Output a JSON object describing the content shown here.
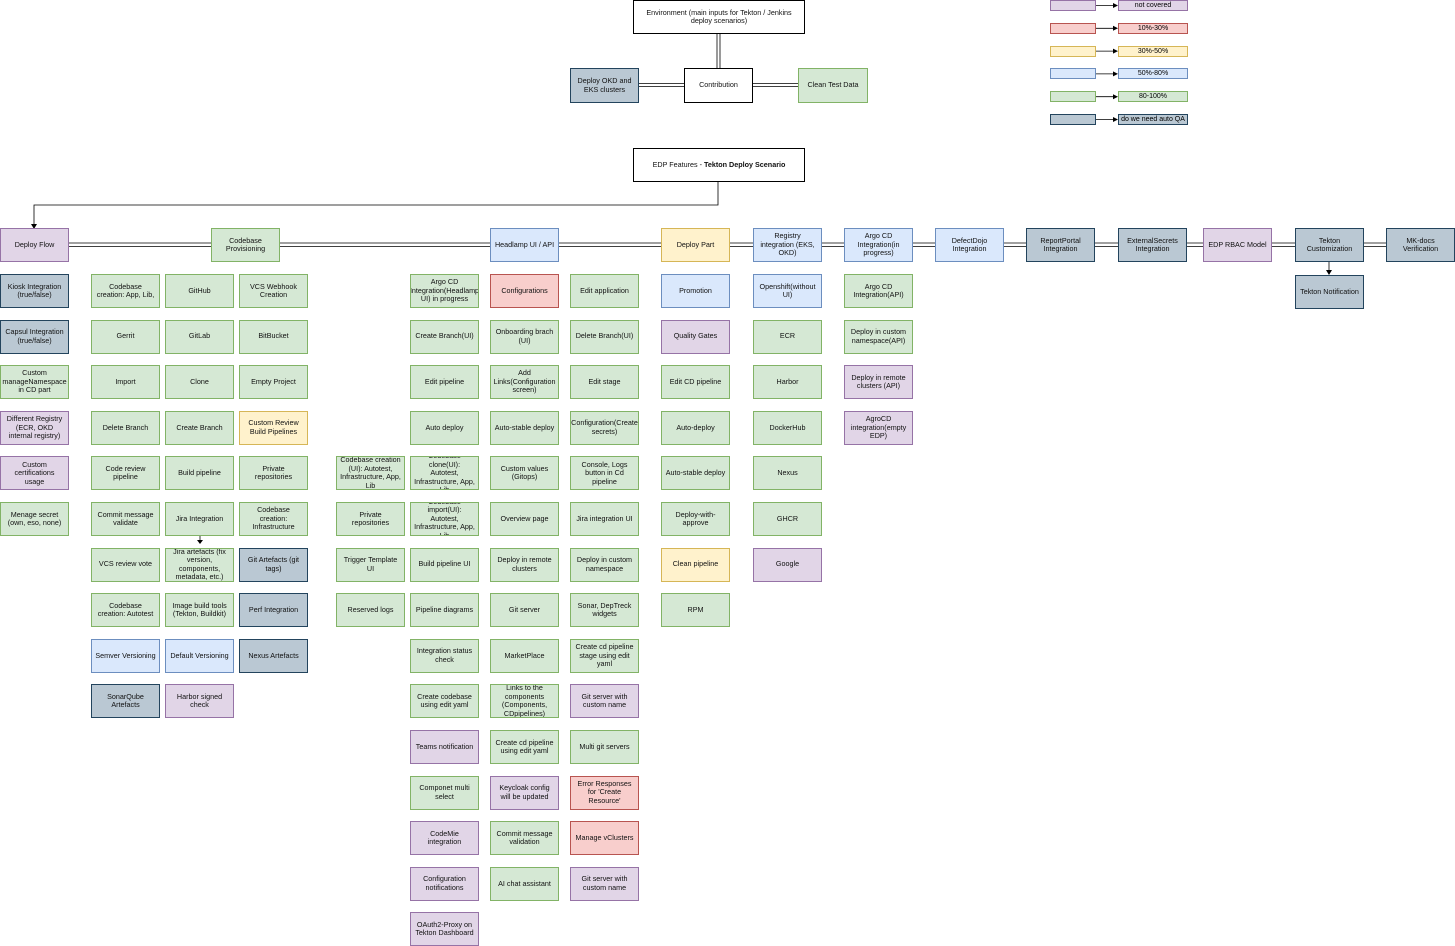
{
  "colors": {
    "not_covered": "#e1d5e7",
    "p10_30": "#f8cecc",
    "p30_50": "#fff2cc",
    "p50_80": "#dae8fc",
    "p80_100": "#d5e8d4",
    "auto_qa": "#bac8d3"
  },
  "legend": [
    {
      "label": "not covered",
      "color": "none"
    },
    {
      "label": "10%-30%",
      "color": "red"
    },
    {
      "label": "30%-50%",
      "color": "yellow"
    },
    {
      "label": "50%-80%",
      "color": "blue"
    },
    {
      "label": "80-100%",
      "color": "green"
    },
    {
      "label": "do we need auto QA",
      "color": "gray"
    }
  ],
  "top": {
    "environment": "Environment (main inputs for Tekton / Jenkins deploy scenarios)",
    "contribution": "Contribution",
    "deploy_clusters": "Deploy OKD and EKS clusters",
    "clean_test_data": "Clean Test Data",
    "features_prefix": "EDP Features - ",
    "features_bold": "Tekton Deploy Scenario"
  },
  "headers": [
    {
      "id": "deploy-flow",
      "label": "Deploy Flow",
      "color": "none"
    },
    {
      "id": "codebase-provisioning",
      "label": "Codebase Provisioning",
      "color": "green"
    },
    {
      "id": "headlamp",
      "label": "Headlamp UI / API",
      "color": "blue"
    },
    {
      "id": "deploy-part",
      "label": "Deploy Part",
      "color": "yellow"
    },
    {
      "id": "registry",
      "label": "Registry integration (EKS, OKD)",
      "color": "blue"
    },
    {
      "id": "argocd",
      "label": "Argo CD Integration(in progress)",
      "color": "blue"
    },
    {
      "id": "defectdojo",
      "label": "DefectDojo Integration",
      "color": "blue"
    },
    {
      "id": "reportportal",
      "label": "ReportPortal Integration",
      "color": "gray"
    },
    {
      "id": "externalsecrets",
      "label": "ExternalSecrets Integration",
      "color": "gray"
    },
    {
      "id": "rbac",
      "label": "EDP RBAC Model",
      "color": "none"
    },
    {
      "id": "tekton-customization",
      "label": "Tekton Customization",
      "color": "gray"
    },
    {
      "id": "mkdocs",
      "label": "MK-docs Verification",
      "color": "gray"
    }
  ],
  "tekton_notification": "Tekton Notification",
  "columns": {
    "deploy_flow": [
      {
        "label": "Kiosk Integration (true/false)",
        "color": "gray"
      },
      {
        "label": "Capsul Integration (true/false)",
        "color": "gray"
      },
      {
        "label": "Custom manageNamespace in CD part",
        "color": "green"
      },
      {
        "label": "Different Registry (ECR, OKD internal registry)",
        "color": "none"
      },
      {
        "label": "Custom certifications usage",
        "color": "none"
      },
      {
        "label": "Menage secret (own, eso, none)",
        "color": "green"
      }
    ],
    "codebase_1": [
      {
        "label": "Codebase creation: App, Lib,",
        "color": "green"
      },
      {
        "label": "Gerrit",
        "color": "green"
      },
      {
        "label": "Import",
        "color": "green"
      },
      {
        "label": "Delete Branch",
        "color": "green"
      },
      {
        "label": "Code review pipeline",
        "color": "green"
      },
      {
        "label": "Commit message validate",
        "color": "green"
      },
      {
        "label": "VCS review vote",
        "color": "green"
      },
      {
        "label": "Codebase creation: Autotest",
        "color": "green"
      },
      {
        "label": "Semver Versioning",
        "color": "blue"
      },
      {
        "label": "SonarQube Artefacts",
        "color": "gray"
      }
    ],
    "codebase_2": [
      {
        "label": "GitHub",
        "color": "green"
      },
      {
        "label": "GitLab",
        "color": "green"
      },
      {
        "label": "Clone",
        "color": "green"
      },
      {
        "label": "Create Branch",
        "color": "green"
      },
      {
        "label": "Build pipeline",
        "color": "green"
      },
      {
        "label": "Jira Integration",
        "color": "green"
      },
      {
        "label": "Jira artefacts (fix version, components, metadata, etc.)",
        "color": "green"
      },
      {
        "label": "Image build tools (Tekton, Buildkit)",
        "color": "green"
      },
      {
        "label": "Default Versioning",
        "color": "blue"
      },
      {
        "label": "Harbor signed check",
        "color": "none"
      }
    ],
    "codebase_3": [
      {
        "label": "VCS Webhook Creation",
        "color": "green"
      },
      {
        "label": "BitBucket",
        "color": "green"
      },
      {
        "label": "Empty Project",
        "color": "green"
      },
      {
        "label": "Custom Review Build Pipelines",
        "color": "yellow"
      },
      {
        "label": "Private repositories",
        "color": "green"
      },
      {
        "label": "Codebase creation: Infrastructure",
        "color": "green"
      },
      {
        "label": "Git Artefacts (git tags)",
        "color": "gray"
      },
      {
        "label": "Perf Integration",
        "color": "gray"
      },
      {
        "label": "Nexus Artefacts",
        "color": "gray"
      }
    ],
    "headlamp_0": [
      {
        "label": "Codebase creation (UI): Autotest, Infrastructure, App, Lib",
        "color": "green"
      },
      {
        "label": "Private repositories",
        "color": "green"
      },
      {
        "label": "Trigger Template UI",
        "color": "green"
      },
      {
        "label": "Reserved logs",
        "color": "green"
      }
    ],
    "headlamp_1": [
      {
        "label": "Argo CD Integration(Headlamp UI) in progress",
        "color": "green"
      },
      {
        "label": "Create Branch(UI)",
        "color": "green"
      },
      {
        "label": "Edit pipeline",
        "color": "green"
      },
      {
        "label": "Auto deploy",
        "color": "green"
      },
      {
        "label": "Codebase clone(UI): Autotest, Infrastructure, App, Lib",
        "color": "green"
      },
      {
        "label": "Codebase import(UI): Autotest, Infrastructure, App, Lib",
        "color": "green"
      },
      {
        "label": "Build pipeline UI",
        "color": "green"
      },
      {
        "label": "Pipeline diagrams",
        "color": "green"
      },
      {
        "label": "Integration status check",
        "color": "green"
      },
      {
        "label": "Create codebase using edit yaml",
        "color": "green"
      },
      {
        "label": "Teams notification",
        "color": "none"
      },
      {
        "label": "Componet multi select",
        "color": "green"
      },
      {
        "label": "CodeMie integration",
        "color": "none"
      },
      {
        "label": "Configuration notifications",
        "color": "none"
      },
      {
        "label": "OAuth2-Proxy on Tekton Dashboard",
        "color": "none"
      }
    ],
    "headlamp_2": [
      {
        "label": "Configurations",
        "color": "red"
      },
      {
        "label": "Onboarding brach (UI)",
        "color": "green"
      },
      {
        "label": "Add Links(Configuration screen)",
        "color": "green"
      },
      {
        "label": "Auto-stable deploy",
        "color": "green"
      },
      {
        "label": "Custom values (Gitops)",
        "color": "green"
      },
      {
        "label": "Overview page",
        "color": "green"
      },
      {
        "label": "Deploy in remote clusters",
        "color": "green"
      },
      {
        "label": "Git server",
        "color": "green"
      },
      {
        "label": "MarketPlace",
        "color": "green"
      },
      {
        "label": "Links to the components (Components, CDpipelines)",
        "color": "green"
      },
      {
        "label": "Create cd pipeline using edit yaml",
        "color": "green"
      },
      {
        "label": "Keycloak config will be updated",
        "color": "none"
      },
      {
        "label": "Commit message validation",
        "color": "green"
      },
      {
        "label": "AI chat assistant",
        "color": "green"
      }
    ],
    "headlamp_3": [
      {
        "label": "Edit application",
        "color": "green"
      },
      {
        "label": "Delete Branch(UI)",
        "color": "green"
      },
      {
        "label": "Edit stage",
        "color": "green"
      },
      {
        "label": "Configuration(Create secrets)",
        "color": "green"
      },
      {
        "label": "Console, Logs button in Cd pipeline",
        "color": "green"
      },
      {
        "label": "Jira integration UI",
        "color": "green"
      },
      {
        "label": "Deploy in custom namespace",
        "color": "green"
      },
      {
        "label": "Sonar, DepTreck widgets",
        "color": "green"
      },
      {
        "label": "Create cd pipeline stage using edit yaml",
        "color": "green"
      },
      {
        "label": "Git server with custom name",
        "color": "none"
      },
      {
        "label": "Multi git servers",
        "color": "green"
      },
      {
        "label": "Error Responses for 'Create Resource'",
        "color": "red"
      },
      {
        "label": "Manage vClusters",
        "color": "red"
      },
      {
        "label": "Git server with custom name",
        "color": "none"
      }
    ],
    "deploy_part": [
      {
        "label": "Promotion",
        "color": "blue"
      },
      {
        "label": "Quality Gates",
        "color": "none"
      },
      {
        "label": "Edit CD pipeline",
        "color": "green"
      },
      {
        "label": "Auto-deploy",
        "color": "green"
      },
      {
        "label": "Auto-stable deploy",
        "color": "green"
      },
      {
        "label": "Deploy-with-approve",
        "color": "green"
      },
      {
        "label": "Clean pipeline",
        "color": "yellow"
      },
      {
        "label": "RPM",
        "color": "green"
      }
    ],
    "registry": [
      {
        "label": "Openshift(without UI)",
        "color": "blue"
      },
      {
        "label": "ECR",
        "color": "green"
      },
      {
        "label": "Harbor",
        "color": "green"
      },
      {
        "label": "DockerHub",
        "color": "green"
      },
      {
        "label": "Nexus",
        "color": "green"
      },
      {
        "label": "GHCR",
        "color": "green"
      },
      {
        "label": "Google",
        "color": "none"
      }
    ],
    "argocd": [
      {
        "label": "Argo CD Integration(API)",
        "color": "green"
      },
      {
        "label": "Deploy in custom namespace(API)",
        "color": "green"
      },
      {
        "label": "Deploy in remote clusters (API)",
        "color": "none"
      },
      {
        "label": "AgroCD integration(empty EDP)",
        "color": "none"
      }
    ]
  }
}
